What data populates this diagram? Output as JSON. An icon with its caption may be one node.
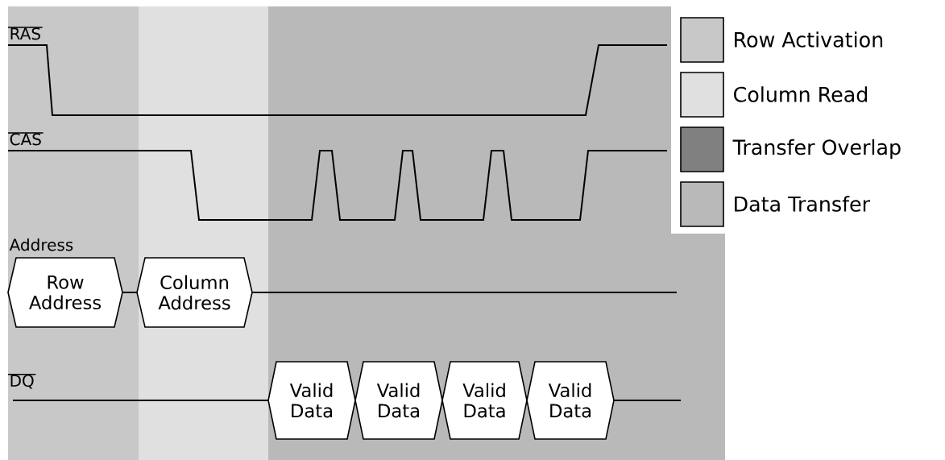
{
  "diagram": {
    "nodes": [
      {
        "text": [
          "Row Address"
        ]
      },
      {
        "text": [
          "Column Address"
        ]
      },
      {
        "text": [
          "Valid Data"
        ]
      },
      {
        "text": [
          "Valid Data"
        ]
      },
      {
        "text": [
          "Valid Data"
        ]
      },
      {
        "text": [
          "Valid Data"
        ]
      }
    ],
    "edges": [
      {
        "from": 0,
        "to": 1,
        "arrow": "none"
      },
      {
        "from": 1,
        "to": null,
        "arrow": "none"
      },
      {
        "from": null,
        "to": 2,
        "arrow": "none"
      },
      {
        "from": 5,
        "to": null,
        "arrow": "none"
      }
    ],
    "labels": [
      "RAS",
      "CAS",
      "Address",
      "DQ"
    ],
    "legend": [
      {
        "text": "Row Activation",
        "color": "#c8c8c8"
      },
      {
        "text": "Column Read",
        "color": "#e0e0e0"
      },
      {
        "text": "Transfer Overlap",
        "color": "#808080"
      },
      {
        "text": "Data Transfer",
        "color": "#b9b9b9"
      }
    ]
  }
}
